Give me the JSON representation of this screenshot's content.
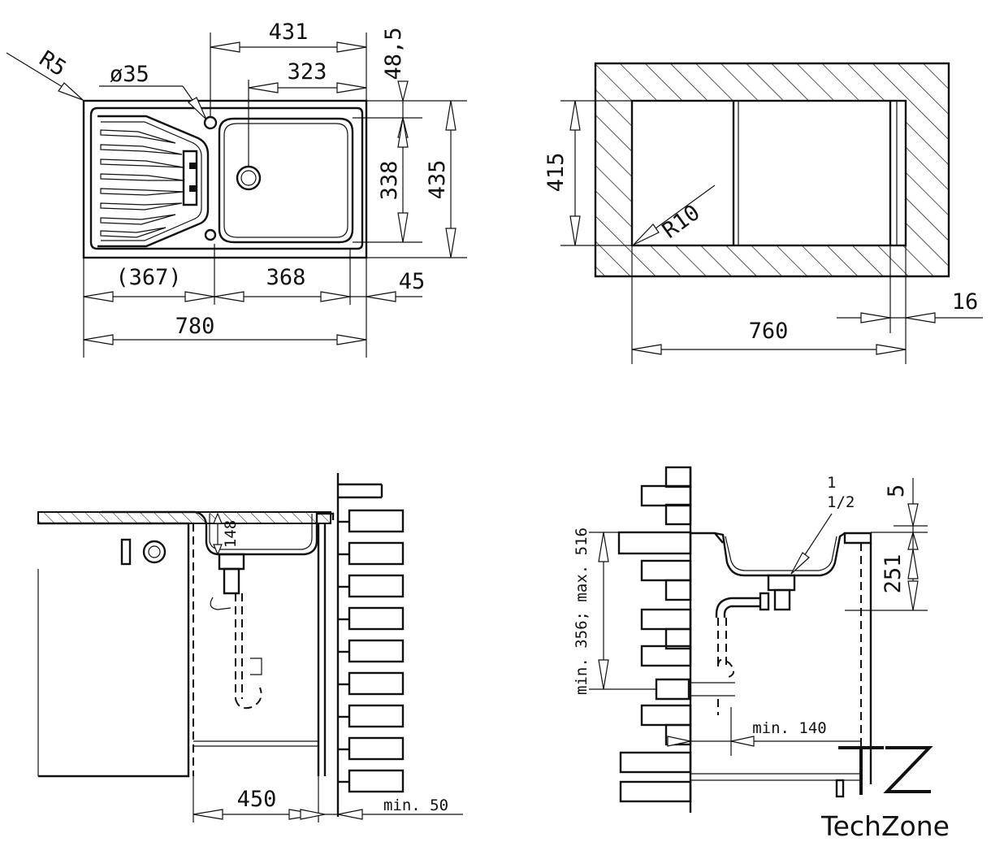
{
  "top_view": {
    "dim_431": "431",
    "dim_323": "323",
    "dim_48_5": "48,5",
    "dim_R5": "R5",
    "dim_d35": "ø35",
    "dim_338": "338",
    "dim_435": "435",
    "dim_367": "(367)",
    "dim_368": "368",
    "dim_45": "45",
    "dim_780": "780"
  },
  "cutout_view": {
    "dim_415": "415",
    "dim_R10": "R10",
    "dim_16": "16",
    "dim_760": "760"
  },
  "front_section": {
    "dim_148": "148",
    "dim_450": "450",
    "dim_min50": "min. 50"
  },
  "side_section": {
    "dim_thread_whole": "1",
    "dim_thread_frac": "1/2",
    "dim_5": "5",
    "dim_251": "251",
    "dim_min356_max516": "min. 356; max. 516",
    "dim_min140": "min. 140"
  },
  "logo": {
    "letters": "TZ",
    "word": "TechZone"
  }
}
